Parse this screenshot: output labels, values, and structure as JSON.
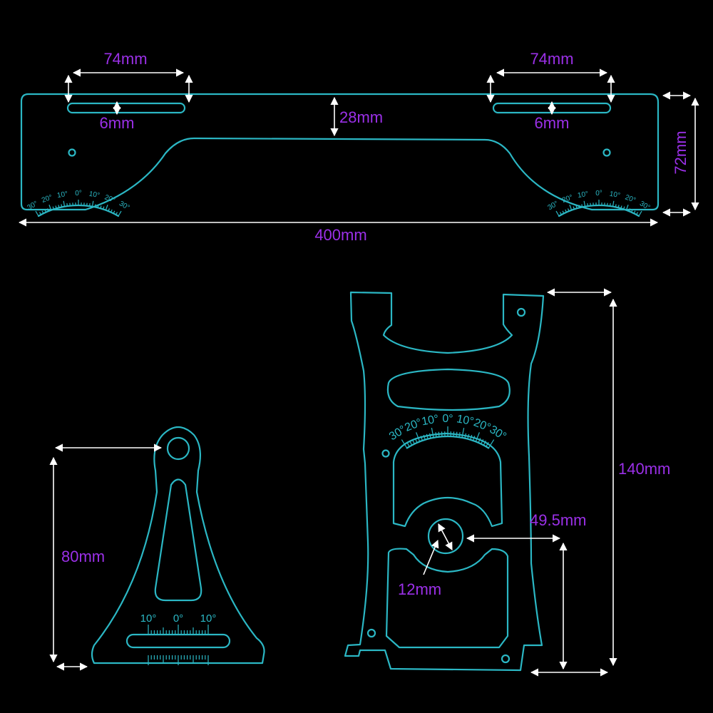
{
  "dimensions": {
    "slot_len_left": "74mm",
    "slot_len_right": "74mm",
    "slot_w_left": "6mm",
    "slot_w_right": "6mm",
    "center_depth": "28mm",
    "height": "72mm",
    "length": "400mm",
    "small_height": "80mm",
    "big_height": "140mm",
    "hole_offset": "49.5mm",
    "hole_dia": "12mm"
  },
  "scales": {
    "bar_left": [
      "30°",
      "20°",
      "10°",
      "0°",
      "10°",
      "20°",
      "30°"
    ],
    "bar_right": [
      "30°",
      "20°",
      "10°",
      "0°",
      "10°",
      "20°",
      "30°"
    ],
    "big": [
      "30°",
      "20°",
      "10°",
      "0°",
      "10°",
      "20°",
      "30°"
    ],
    "small": [
      "10°",
      "0°",
      "10°"
    ]
  },
  "colors": {
    "outline": "#2bb7c4",
    "dimension_text": "#9b30e8",
    "dimension_lines": "#ffffff",
    "background": "#000000"
  }
}
